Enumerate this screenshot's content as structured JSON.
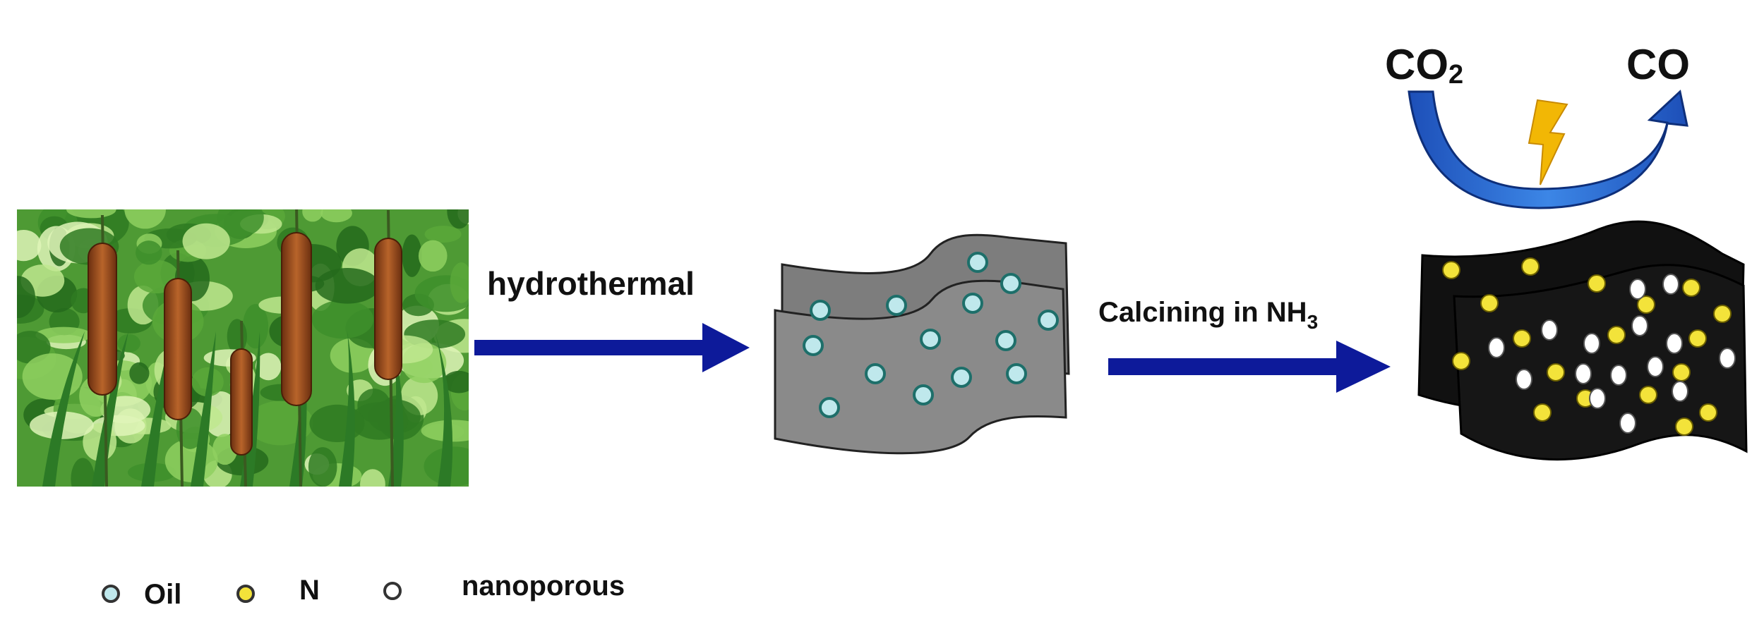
{
  "steps": {
    "step1_label": "hydrothermal",
    "step2_label_main": "Calcining in NH",
    "step2_label_sub": "3"
  },
  "reaction": {
    "reactant_main": "CO",
    "reactant_sub": "2",
    "product": "CO"
  },
  "legend": {
    "items": [
      {
        "label": "Oil",
        "color": "#bfe8ec"
      },
      {
        "label": "N",
        "color": "#f3e33a"
      },
      {
        "label": "nanoporous",
        "color": "#ffffff"
      }
    ]
  },
  "colors": {
    "arrow": "#0d1a9a",
    "sheet_gray": "#8a8a8a",
    "sheet_black": "#111111",
    "co2_arrow": "#2a6fd6",
    "lightning": "#f2b705"
  }
}
